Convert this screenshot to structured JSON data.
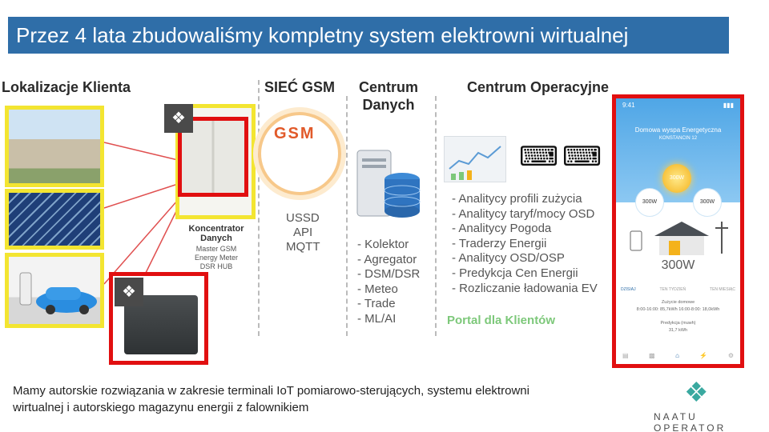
{
  "slide": {
    "title": "Przez 4 lata zbudowaliśmy kompletny system elektrowni wirtualnej",
    "footer_text": "Mamy autorskie rozwiązania w zakresie terminali IoT pomiarowo-sterujących, systemu elektrowni wirtualnej i autorskiego magazynu energii z falownikiem",
    "brand": "NAATU OPERATOR"
  },
  "sections": {
    "client_locations": "Lokalizacje Klienta",
    "gsm_network": "SIEĆ GSM",
    "data_center": "Centrum\nDanych",
    "operations_center": "Centrum Operacyjne"
  },
  "concentrator": {
    "title": "Koncentrator\nDanych",
    "details": "Master GSM\nEnergy Meter\nDSR HUB"
  },
  "gsm": {
    "logo": "GSM",
    "protocols": [
      "USSD",
      "API",
      "MQTT"
    ]
  },
  "data_center_list": [
    "Kolektor",
    "Agregator",
    "DSM/DSR",
    "Meteo",
    "Trade",
    "ML/AI"
  ],
  "operations_list": [
    "Analitycy profili zużycia",
    "Analitycy taryf/mocy OSD",
    "Analitycy Pogoda",
    "Traderzy Energii",
    "Analitycy OSD/OSP",
    "Predykcja Cen Energii",
    "Rozliczanie ładowania EV"
  ],
  "portal": "Portal dla Klientów",
  "phone": {
    "time": "9:41",
    "title": "Domowa wyspa Energetyczna",
    "subtitle": "KONSTANCIN 12",
    "sun_value": "300W",
    "left_value": "300W",
    "right_value": "300W",
    "main_value": "300W",
    "tabs": [
      "DZISIAJ",
      "TEN TYDZIEŃ",
      "TEN MIESIĄC"
    ],
    "usage_label": "Zużycie domowe",
    "usage_values": "8:00-16:00: 85,7kWh    16:00-8:00: 18,0kWh",
    "prediction_label": "Predykcja (muwh)",
    "prediction_value": "31,7 kWh"
  },
  "colors": {
    "title_bg": "#2f6ea8",
    "highlight_red": "#e10f10",
    "highlight_yellow": "#f3e531",
    "portal_green": "#7dc87a"
  }
}
